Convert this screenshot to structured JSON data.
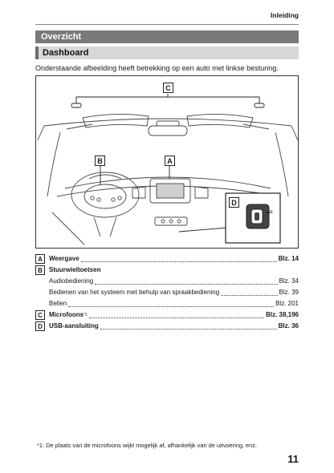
{
  "header": {
    "chapter": "Inleiding"
  },
  "sections": {
    "overview": "Overzicht",
    "dashboard": "Dashboard"
  },
  "intro": "Onderstaande afbeelding heeft betrekking op een auto met linkse besturing.",
  "figure": {
    "callouts": [
      "C",
      "B",
      "A",
      "D"
    ],
    "usb_symbol": "⭁"
  },
  "legend": [
    {
      "badge": "A",
      "label": "Weergave",
      "page": "Blz. 14",
      "bold": true
    },
    {
      "badge": "B",
      "label": "Stuurwieltoetsen",
      "page": "",
      "bold": true
    },
    {
      "badge": "",
      "label": "Audiobediening",
      "page": "Blz. 34",
      "bold": false
    },
    {
      "badge": "",
      "label": "Bedienen van het systeem met behulp van spraakbediening",
      "page": "Blz. 39",
      "bold": false
    },
    {
      "badge": "",
      "label": "Bellen",
      "page": "Blz. 201",
      "bold": false
    },
    {
      "badge": "C",
      "label": "Microfoons",
      "sup": "*1",
      "page": "Blz. 38,196",
      "bold": true
    },
    {
      "badge": "D",
      "label": "USB-aansluiting",
      "page": "Blz. 36",
      "bold": true
    }
  ],
  "footnote": {
    "mark": "*1",
    "text": "De plaats van de microfoons wijkt mogelijk af, afhankelijk van de uitvoering, enz."
  },
  "page_number": "11"
}
